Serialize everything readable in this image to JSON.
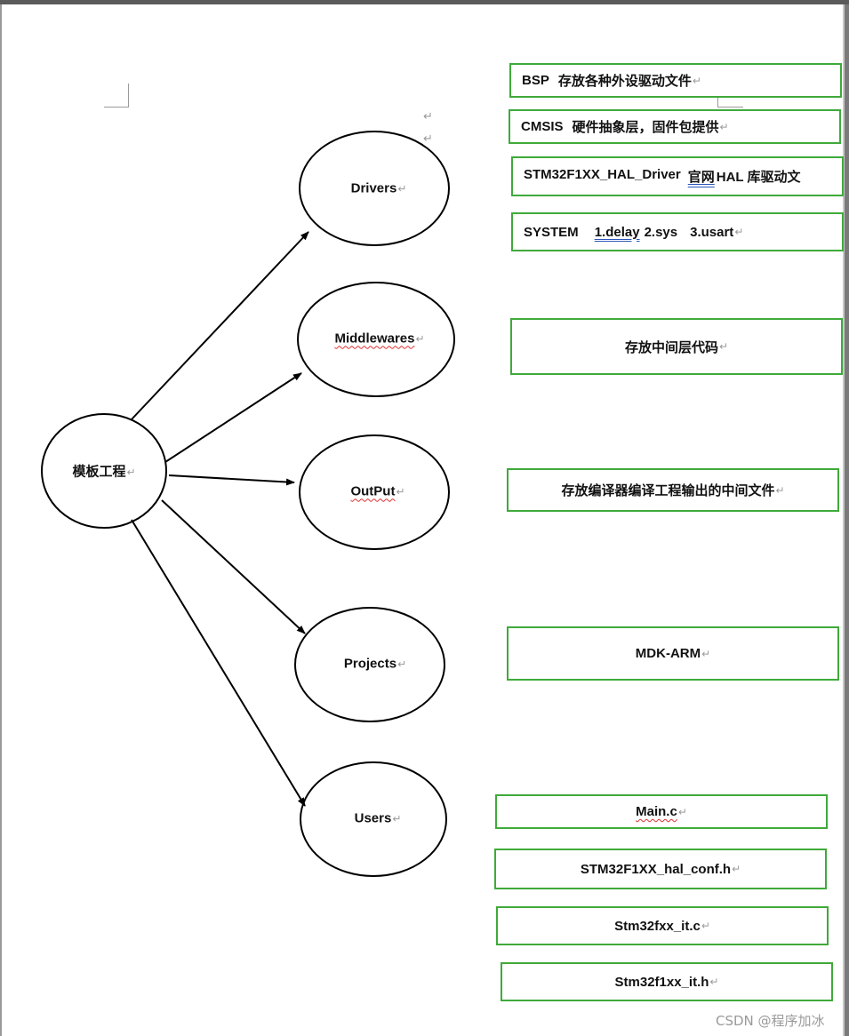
{
  "root": {
    "label": "模板工程",
    "ret": "↵"
  },
  "nodes": [
    {
      "label": "Drivers",
      "ret": "↵"
    },
    {
      "label": "Middlewares",
      "ret": "↵"
    },
    {
      "label": "OutPut",
      "ret": "↵"
    },
    {
      "label": "Projects",
      "ret": "↵"
    },
    {
      "label": "Users",
      "ret": "↵"
    }
  ],
  "boxes": {
    "bsp": {
      "name": "BSP",
      "desc": "存放各种外设驱动文件",
      "ret": "↵"
    },
    "cmsis": {
      "name": "CMSIS",
      "desc": "硬件抽象层，固件包提供",
      "ret": "↵"
    },
    "hal_driver": {
      "name": "STM32F1XX_HAL_Driver",
      "desc_a": "官网",
      "desc_b": "HAL 库驱动文"
    },
    "system": {
      "name": "SYSTEM",
      "item1": "1.delay",
      "item2": "2.sys",
      "item3": "3.usart",
      "ret": "↵"
    },
    "middlewares": {
      "text": "存放中间层代码",
      "ret": "↵"
    },
    "output": {
      "text": "存放编译器编译工程输出的中间文件",
      "ret": "↵"
    },
    "projects": {
      "text": "MDK-ARM",
      "ret": "↵"
    },
    "users": [
      {
        "text": "Main.c",
        "ret": "↵"
      },
      {
        "text": "STM32F1XX_hal_conf.h",
        "ret": "↵"
      },
      {
        "text": "Stm32fxx_it.c",
        "ret": "↵"
      },
      {
        "text": "Stm32f1xx_it.h",
        "ret": "↵"
      }
    ]
  },
  "pilcrows": [
    "↵",
    "↵"
  ],
  "colors": {
    "box_border": "#3faa3a",
    "stroke": "#000000",
    "spell_squiggle": "#e03030",
    "grammar_underline": "#2a55b8"
  },
  "watermark": "CSDN @程序加冰"
}
